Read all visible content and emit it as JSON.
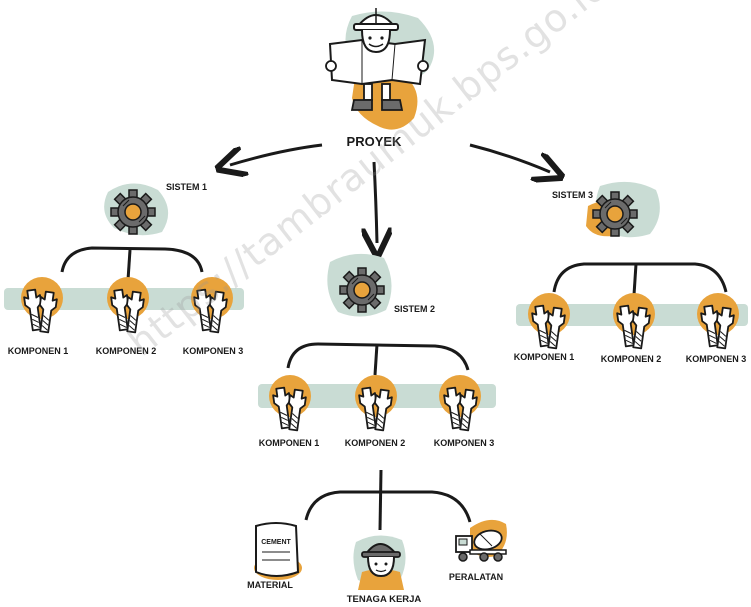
{
  "root": {
    "label": "PROYEK"
  },
  "systems": [
    {
      "label": "SISTEM 1",
      "components": [
        "KOMPONEN 1",
        "KOMPONEN 2",
        "KOMPONEN 3"
      ]
    },
    {
      "label": "SISTEM 2",
      "components": [
        "KOMPONEN 1",
        "KOMPONEN 2",
        "KOMPONEN 3"
      ]
    },
    {
      "label": "SISTEM 3",
      "components": [
        "KOMPONEN 1",
        "KOMPONEN 2",
        "KOMPONEN 3"
      ]
    }
  ],
  "resources": [
    {
      "label": "MATERIAL",
      "icon": "cement-bag-icon",
      "sack_text": "CEMENT"
    },
    {
      "label": "TENAGA KERJA",
      "icon": "worker-icon"
    },
    {
      "label": "PERALATAN",
      "icon": "cement-mixer-truck-icon"
    }
  ],
  "watermark": "https://tambraumuk.bps.go.id",
  "colors": {
    "orange": "#E8A33C",
    "sage": "#C9DCD4",
    "ink": "#1a1a1a"
  }
}
